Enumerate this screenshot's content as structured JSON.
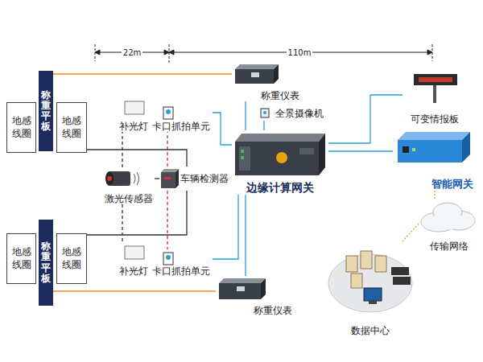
{
  "diagram": {
    "nodes": [
      {
        "text": [
          "地感线圈"
        ]
      },
      {
        "text": [
          "称重平板"
        ]
      },
      {
        "text": [
          "地感线圈"
        ]
      },
      {
        "text": [
          "补光灯"
        ]
      },
      {
        "text": [
          "卡口抓拍单元"
        ]
      },
      {
        "text": [
          "称重仪表"
        ]
      },
      {
        "text": [
          "全景摄像机"
        ]
      },
      {
        "text": [
          "边缘计算网关"
        ]
      },
      {
        "text": [
          "可变情报板"
        ]
      },
      {
        "text": [
          "智能网关"
        ]
      },
      {
        "text": [
          "激光传感器"
        ]
      },
      {
        "text": [
          "车辆检测器"
        ]
      },
      {
        "text": [
          "地感线圈"
        ]
      },
      {
        "text": [
          "称重平板"
        ]
      },
      {
        "text": [
          "地感线圈"
        ]
      },
      {
        "text": [
          "补光灯"
        ]
      },
      {
        "text": [
          "卡口抓拍单元"
        ]
      },
      {
        "text": [
          "称重仪表"
        ]
      },
      {
        "text": [
          "传输网络"
        ]
      },
      {
        "text": [
          "数据中心"
        ]
      }
    ],
    "edges": [
      {
        "from": 1,
        "to": 5,
        "arrow": "none"
      },
      {
        "from": 13,
        "to": 17,
        "arrow": "none"
      },
      {
        "from": 5,
        "to": 7,
        "arrow": "none"
      },
      {
        "from": 17,
        "to": 7,
        "arrow": "none"
      },
      {
        "from": 4,
        "to": 7,
        "arrow": "none"
      },
      {
        "from": 6,
        "to": 7,
        "arrow": "none"
      },
      {
        "from": 16,
        "to": 7,
        "arrow": "none"
      },
      {
        "from": 7,
        "to": 8,
        "arrow": "none"
      },
      {
        "from": 7,
        "to": 9,
        "arrow": "none"
      },
      {
        "from": 9,
        "to": 18,
        "arrow": "none"
      },
      {
        "from": 18,
        "to": 19,
        "arrow": "none"
      },
      {
        "from": 11,
        "to": 4,
        "arrow": "none"
      },
      {
        "from": 11,
        "to": 16,
        "arrow": "none"
      },
      {
        "from": 10,
        "to": 3,
        "arrow": "none"
      },
      {
        "from": 10,
        "to": 15,
        "arrow": "none"
      },
      {
        "from": 10,
        "to": 11,
        "arrow": "none"
      },
      {
        "from": 2,
        "to": 11,
        "arrow": "none"
      },
      {
        "from": 14,
        "to": 11,
        "arrow": "none"
      }
    ],
    "labels": [
      "22m",
      "110m"
    ]
  }
}
